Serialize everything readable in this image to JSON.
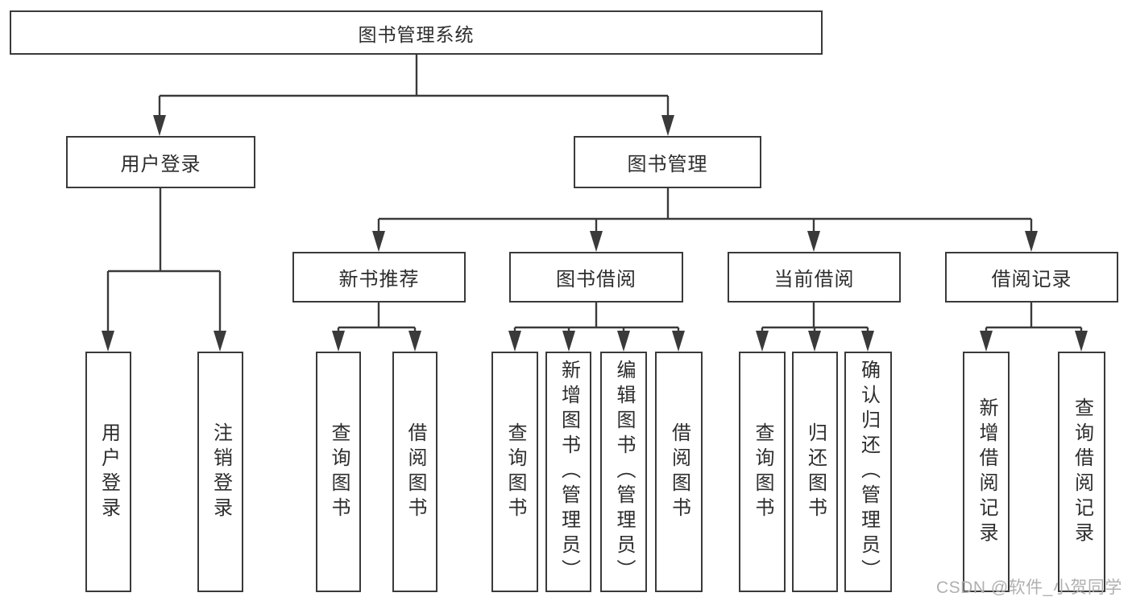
{
  "diagram_type": "function-structure-tree",
  "colors": {
    "line": "#3a3a3a",
    "box_border": "#3a3a3a",
    "text": "#2d2d2d",
    "watermark": "#b0b0b0",
    "background": "#ffffff"
  },
  "tree": {
    "label": "图书管理系统",
    "children": [
      {
        "label": "用户登录",
        "children": [
          {
            "label": "用户登录"
          },
          {
            "label": "注销登录"
          }
        ]
      },
      {
        "label": "图书管理",
        "children": [
          {
            "label": "新书推荐",
            "children": [
              {
                "label": "查询图书"
              },
              {
                "label": "借阅图书"
              }
            ]
          },
          {
            "label": "图书借阅",
            "children": [
              {
                "label": "查询图书"
              },
              {
                "label": "新增图书（管理员）"
              },
              {
                "label": "编辑图书（管理员）"
              },
              {
                "label": "借阅图书"
              }
            ]
          },
          {
            "label": "当前借阅",
            "children": [
              {
                "label": "查询图书"
              },
              {
                "label": "归还图书"
              },
              {
                "label": "确认归还（管理员）"
              }
            ]
          },
          {
            "label": "借阅记录",
            "children": [
              {
                "label": "新增借阅记录"
              },
              {
                "label": "查询借阅记录"
              }
            ]
          }
        ]
      }
    ]
  },
  "watermark": {
    "text": "CSDN @软件_小贺同学"
  }
}
